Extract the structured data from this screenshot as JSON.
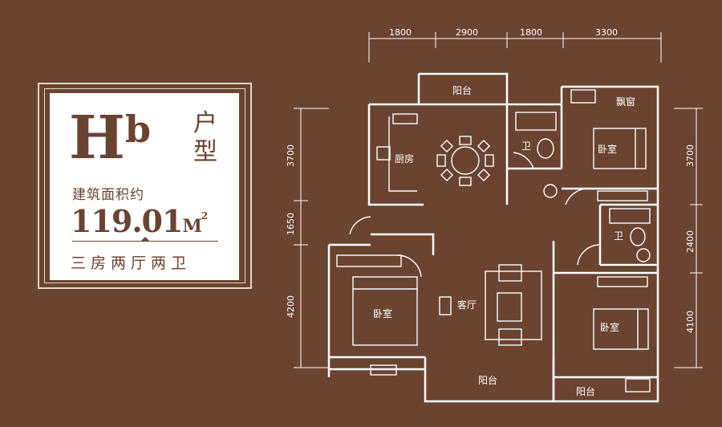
{
  "card": {
    "type_letter": "H",
    "type_sub": "b",
    "type_suffix_1": "户",
    "type_suffix_2": "型",
    "area_label": "建筑面积约",
    "area_number": "119.01",
    "area_unit": "M",
    "area_unit_sup": "2",
    "layout_desc": "三房两厅两卫"
  },
  "plan": {
    "dims_top": [
      "1800",
      "2900",
      "1800",
      "3300"
    ],
    "dims_left": [
      "3700",
      "1650",
      "4200"
    ],
    "dims_right": [
      "3700",
      "2400",
      "4100"
    ],
    "rooms": {
      "balcony_top": "阳台",
      "kitchen": "厨房",
      "dining": "餐厅",
      "bath_top": "卫",
      "bath_mid": "卫",
      "bedroom_top_right": "卧室",
      "bedroom_left": "卧室",
      "living": "客厅",
      "bedroom_bottom_right": "卧室",
      "balcony_bottom": "阳台",
      "balcony_bottom_right": "阳台",
      "bay_window": "飘窗"
    }
  },
  "colors": {
    "background": "#6b4331",
    "line": "#e6d6cc",
    "card": "#ffffff"
  }
}
